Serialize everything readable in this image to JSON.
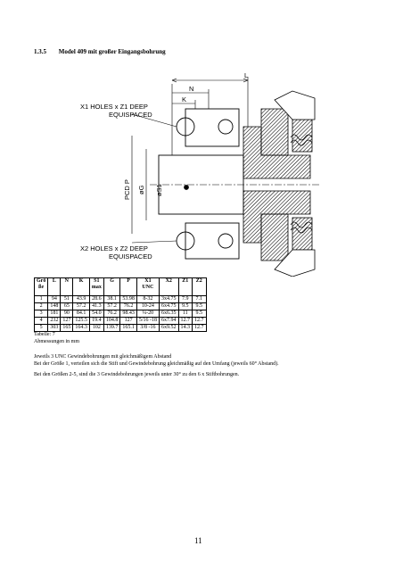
{
  "section": {
    "number": "1.3.5",
    "title": "Model 409 mit großer Eingangsbohrung"
  },
  "drawing": {
    "labels": {
      "n": "N",
      "k": "K",
      "l": "L",
      "x1_line1": "X1 HOLES x Z1 DEEP",
      "x1_line2": "EQUISPACED",
      "x2_line1": "X2 HOLES x Z2 DEEP",
      "x2_line2": "EQUISPACED",
      "pcd": "PCD P",
      "g": "øG",
      "s1": "øS1"
    }
  },
  "table": {
    "headers": [
      {
        "line1": "Grö",
        "line2": "ße"
      },
      {
        "line1": "L",
        "line2": ""
      },
      {
        "line1": "N",
        "line2": ""
      },
      {
        "line1": "K",
        "line2": ""
      },
      {
        "line1": "S1",
        "line2": "max"
      },
      {
        "line1": "G",
        "line2": ""
      },
      {
        "line1": "P",
        "line2": ""
      },
      {
        "line1": "X1",
        "line2": "UNC"
      },
      {
        "line1": "X2",
        "line2": ""
      },
      {
        "line1": "Z1",
        "line2": ""
      },
      {
        "line1": "Z2",
        "line2": ""
      }
    ],
    "rows": [
      [
        "1",
        "94",
        "51",
        "43.9",
        "28.6",
        "38.1",
        "53.98",
        "8-32",
        "3x4.75",
        "7.9",
        "7.1"
      ],
      [
        "2",
        "148",
        "65",
        "57.2",
        "41.3",
        "57.2",
        "76.2",
        "10-24",
        "6x4.75",
        "9.5",
        "9.5"
      ],
      [
        "3",
        "181",
        "90",
        "84.1",
        "54.0",
        "76.2",
        "98.43",
        "¼-20",
        "6x6.35",
        "11",
        "9.5"
      ],
      [
        "4",
        "232",
        "127",
        "125.5",
        "19.4",
        "104.8",
        "127",
        "5/16 -18",
        "6x7.94",
        "12.7",
        "12.7"
      ],
      [
        "5",
        "303",
        "165",
        "164.3",
        "102",
        "139.7",
        "165.1",
        "3/8 -16",
        "6x9.52",
        "14.3",
        "12.7"
      ]
    ]
  },
  "captions": {
    "table_label": "Tabelle: 7",
    "units": "Abmessungen in mm"
  },
  "notes": {
    "line1": "Jeweils 3 UNC Gewindebohrungen mit gleichmäßigem Abstand",
    "line2": "Bei der Größe 1, verteilen sich die Stift und Gewindebohrung gleichmäßig auf den Umfang (jeweils 60° Abstand).",
    "line3": "Bei den Größen 2-5, sind die 3 Gewindebohrungen jeweils unter  30° zu den 6 x Stiftbohrungen."
  },
  "page_number": "11"
}
